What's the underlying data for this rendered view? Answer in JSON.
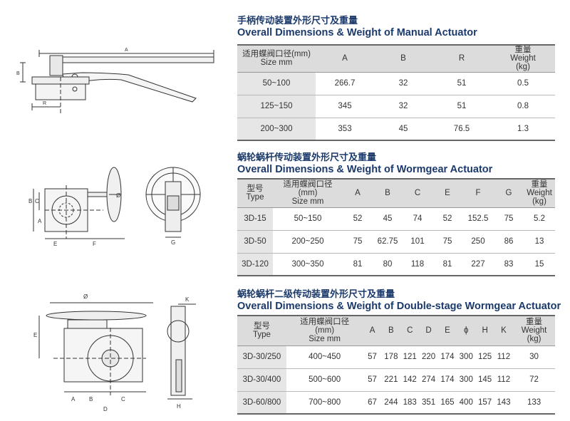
{
  "manual": {
    "title_cn": "手柄传动装置外形尺寸及重量",
    "title_en": "Overall Dimensions & Weight of Manual Actuator",
    "head_size_cn": "适用蝶阀口径(mm)",
    "head_size_en": "Size mm",
    "cols": [
      "A",
      "B",
      "R"
    ],
    "head_weight_cn": "重量",
    "head_weight_en": "Weight",
    "head_weight_unit": "(kg)",
    "rows": [
      {
        "size": "50~100",
        "a": "266.7",
        "b": "32",
        "r": "51",
        "w": "0.5"
      },
      {
        "size": "125~150",
        "a": "345",
        "b": "32",
        "r": "51",
        "w": "0.8"
      },
      {
        "size": "200~300",
        "a": "353",
        "b": "45",
        "r": "76.5",
        "w": "1.3"
      }
    ]
  },
  "wormgear": {
    "title_cn": "蜗轮蜗杆传动装置外形尺寸及重量",
    "title_en": "Overall Dimensions & Weight of Wormgear Actuator",
    "head_type_cn": "型号",
    "head_type_en": "Type",
    "head_size_cn": "适用蝶阀口径",
    "head_size_unit": "(mm)",
    "head_size_en": "Size mm",
    "cols": [
      "A",
      "B",
      "C",
      "E",
      "F",
      "G"
    ],
    "head_weight_cn": "重量",
    "head_weight_en": "Weight",
    "head_weight_unit": "(kg)",
    "rows": [
      {
        "type": "3D-15",
        "size": "50~150",
        "a": "52",
        "b": "45",
        "c": "74",
        "e": "52",
        "f": "152.5",
        "g": "75",
        "w": "5.2"
      },
      {
        "type": "3D-50",
        "size": "200~250",
        "a": "75",
        "b": "62.75",
        "c": "101",
        "e": "75",
        "f": "250",
        "g": "86",
        "w": "13"
      },
      {
        "type": "3D-120",
        "size": "300~350",
        "a": "81",
        "b": "80",
        "c": "118",
        "e": "81",
        "f": "227",
        "g": "83",
        "w": "15"
      }
    ]
  },
  "double": {
    "title_cn": "蜗轮蜗杆二级传动装置外形尺寸及重量",
    "title_en": "Overall Dimensions & Weight of Double-stage Wormgear Actuator",
    "head_type_cn": "型号",
    "head_type_en": "Type",
    "head_size_cn": "适用蝶阀口径",
    "head_size_unit": "(mm)",
    "head_size_en": "Size mm",
    "cols": [
      "A",
      "B",
      "C",
      "D",
      "E",
      "ϕ",
      "H",
      "K"
    ],
    "head_weight_cn": "重量",
    "head_weight_en": "Weight",
    "head_weight_unit": "(kg)",
    "rows": [
      {
        "type": "3D-30/250",
        "size": "400~450",
        "a": "57",
        "b": "178",
        "c": "121",
        "d": "220",
        "e": "174",
        "phi": "300",
        "h": "125",
        "k": "112",
        "w": "30"
      },
      {
        "type": "3D-30/400",
        "size": "500~600",
        "a": "57",
        "b": "221",
        "c": "142",
        "d": "274",
        "e": "174",
        "phi": "300",
        "h": "145",
        "k": "112",
        "w": "72"
      },
      {
        "type": "3D-60/800",
        "size": "700~800",
        "a": "67",
        "b": "244",
        "c": "183",
        "d": "351",
        "e": "165",
        "phi": "400",
        "h": "157",
        "k": "143",
        "w": "133"
      }
    ]
  },
  "drawing_labels": {
    "manual": [
      "A",
      "B",
      "R"
    ],
    "worm": [
      "A",
      "B",
      "C",
      "E",
      "F",
      "G",
      "Ø"
    ],
    "double": [
      "A",
      "B",
      "C",
      "D",
      "E",
      "H",
      "K",
      "Ø"
    ]
  },
  "colors": {
    "title": "#1b3a6b",
    "header_bg": "#dcdcdc",
    "size_bg": "#e6e6e6"
  }
}
